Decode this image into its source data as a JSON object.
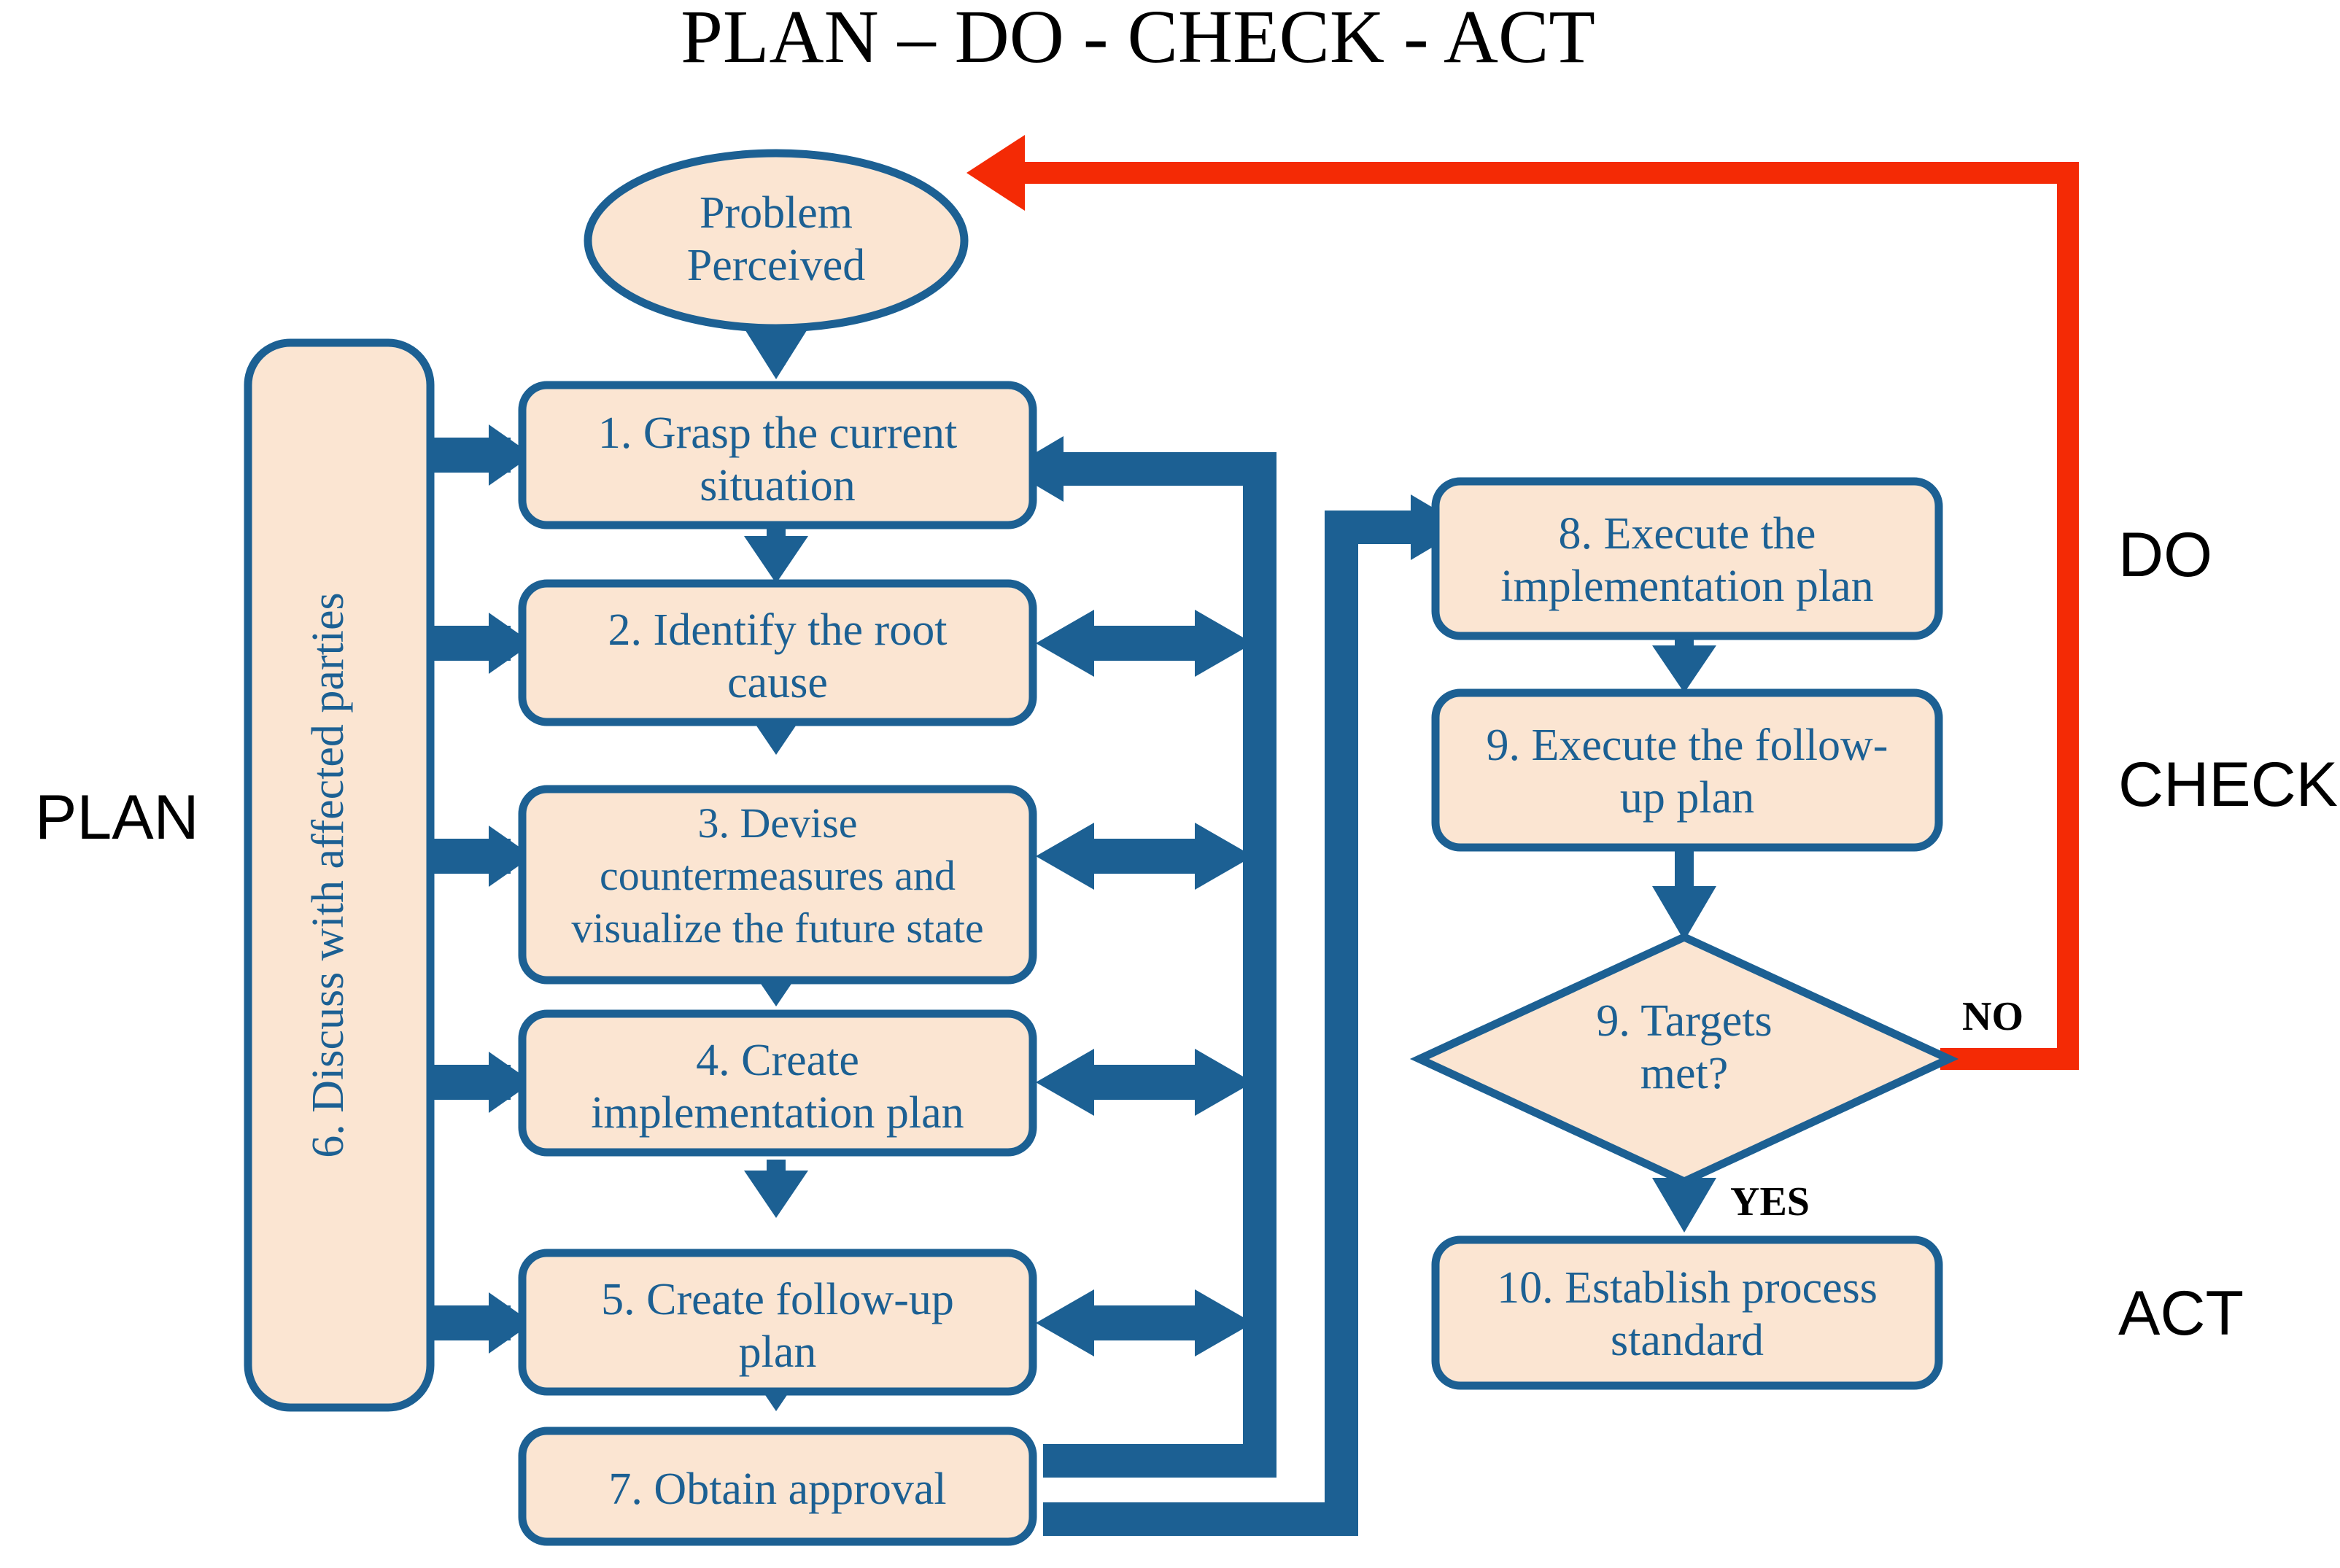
{
  "title": "PLAN – DO - CHECK - ACT",
  "colors": {
    "node_fill": "#FBE5D2",
    "node_border": "#1C6093",
    "node_text": "#1C6093",
    "connector": "#1C6093",
    "no_path": "#F42A05",
    "label_text": "#000000",
    "background": "#FFFFFF"
  },
  "start": {
    "label_line1": "Problem",
    "label_line2": "Perceived",
    "shape": "ellipse"
  },
  "side_bar": {
    "label": "6.  Discuss with affected parties",
    "orientation": "vertical-ccw"
  },
  "phases": [
    {
      "key": "plan",
      "label": "PLAN"
    },
    {
      "key": "do",
      "label": "DO"
    },
    {
      "key": "check",
      "label": "CHECK"
    },
    {
      "key": "act",
      "label": "ACT"
    }
  ],
  "left_column": [
    {
      "id": "n1",
      "lines": [
        "1.  Grasp the current",
        "situation"
      ]
    },
    {
      "id": "n2",
      "lines": [
        "2.  Identify the root",
        "cause"
      ]
    },
    {
      "id": "n3",
      "lines": [
        "3.  Devise",
        "countermeasures and",
        "visualize the future state"
      ]
    },
    {
      "id": "n4",
      "lines": [
        "4.  Create",
        "implementation plan"
      ]
    },
    {
      "id": "n5",
      "lines": [
        "5.  Create follow-up",
        "plan"
      ]
    },
    {
      "id": "n7",
      "lines": [
        "7.  Obtain approval"
      ]
    }
  ],
  "right_column": [
    {
      "id": "n8",
      "lines": [
        "8.  Execute the",
        "implementation plan"
      ]
    },
    {
      "id": "n9",
      "lines": [
        "9.  Execute the follow-",
        "up plan"
      ]
    },
    {
      "id": "n10",
      "lines": [
        "10.  Establish process",
        "standard"
      ]
    }
  ],
  "decision": {
    "id": "d9",
    "lines": [
      "9.  Targets",
      "met?"
    ],
    "branch_no": "NO",
    "branch_yes": "YES"
  }
}
